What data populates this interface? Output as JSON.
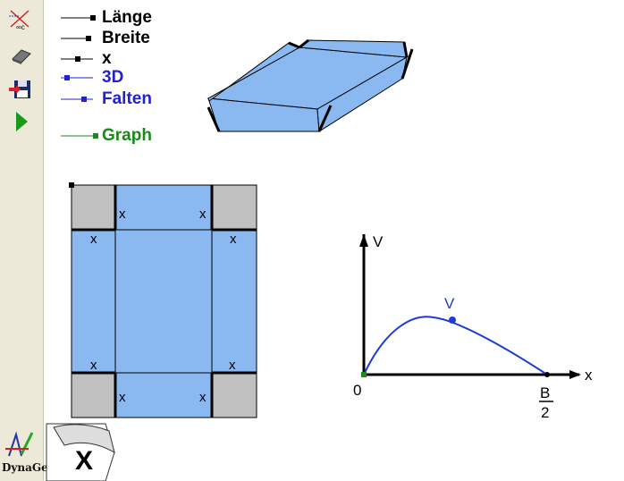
{
  "toolbar": {
    "tools": [
      "clear-construction-icon",
      "eraser-icon",
      "save-icon",
      "play-icon"
    ]
  },
  "controls": [
    {
      "label": "Länge",
      "color": "#000000"
    },
    {
      "label": "Breite",
      "color": "#000000"
    },
    {
      "label": "x",
      "color": "#000000"
    },
    {
      "label": "3D",
      "color": "#2222cc"
    },
    {
      "label": "Falten",
      "color": "#2222cc"
    },
    {
      "label": "Graph",
      "color": "#1a8a1a"
    }
  ],
  "net": {
    "corner_labels": [
      "x",
      "x",
      "x",
      "x",
      "x",
      "x",
      "x",
      "x"
    ],
    "fill_color": "#8ab8f0",
    "corner_color": "#c0c0c0"
  },
  "graph": {
    "y_axis_label": "V",
    "x_axis_label": "x",
    "point_label": "V",
    "origin_label": "0",
    "end_label_numerator": "B",
    "end_label_denominator": "2",
    "curve_color": "#1e3cd2"
  },
  "logo": {
    "text": "DynaGeo",
    "mark": "X"
  }
}
